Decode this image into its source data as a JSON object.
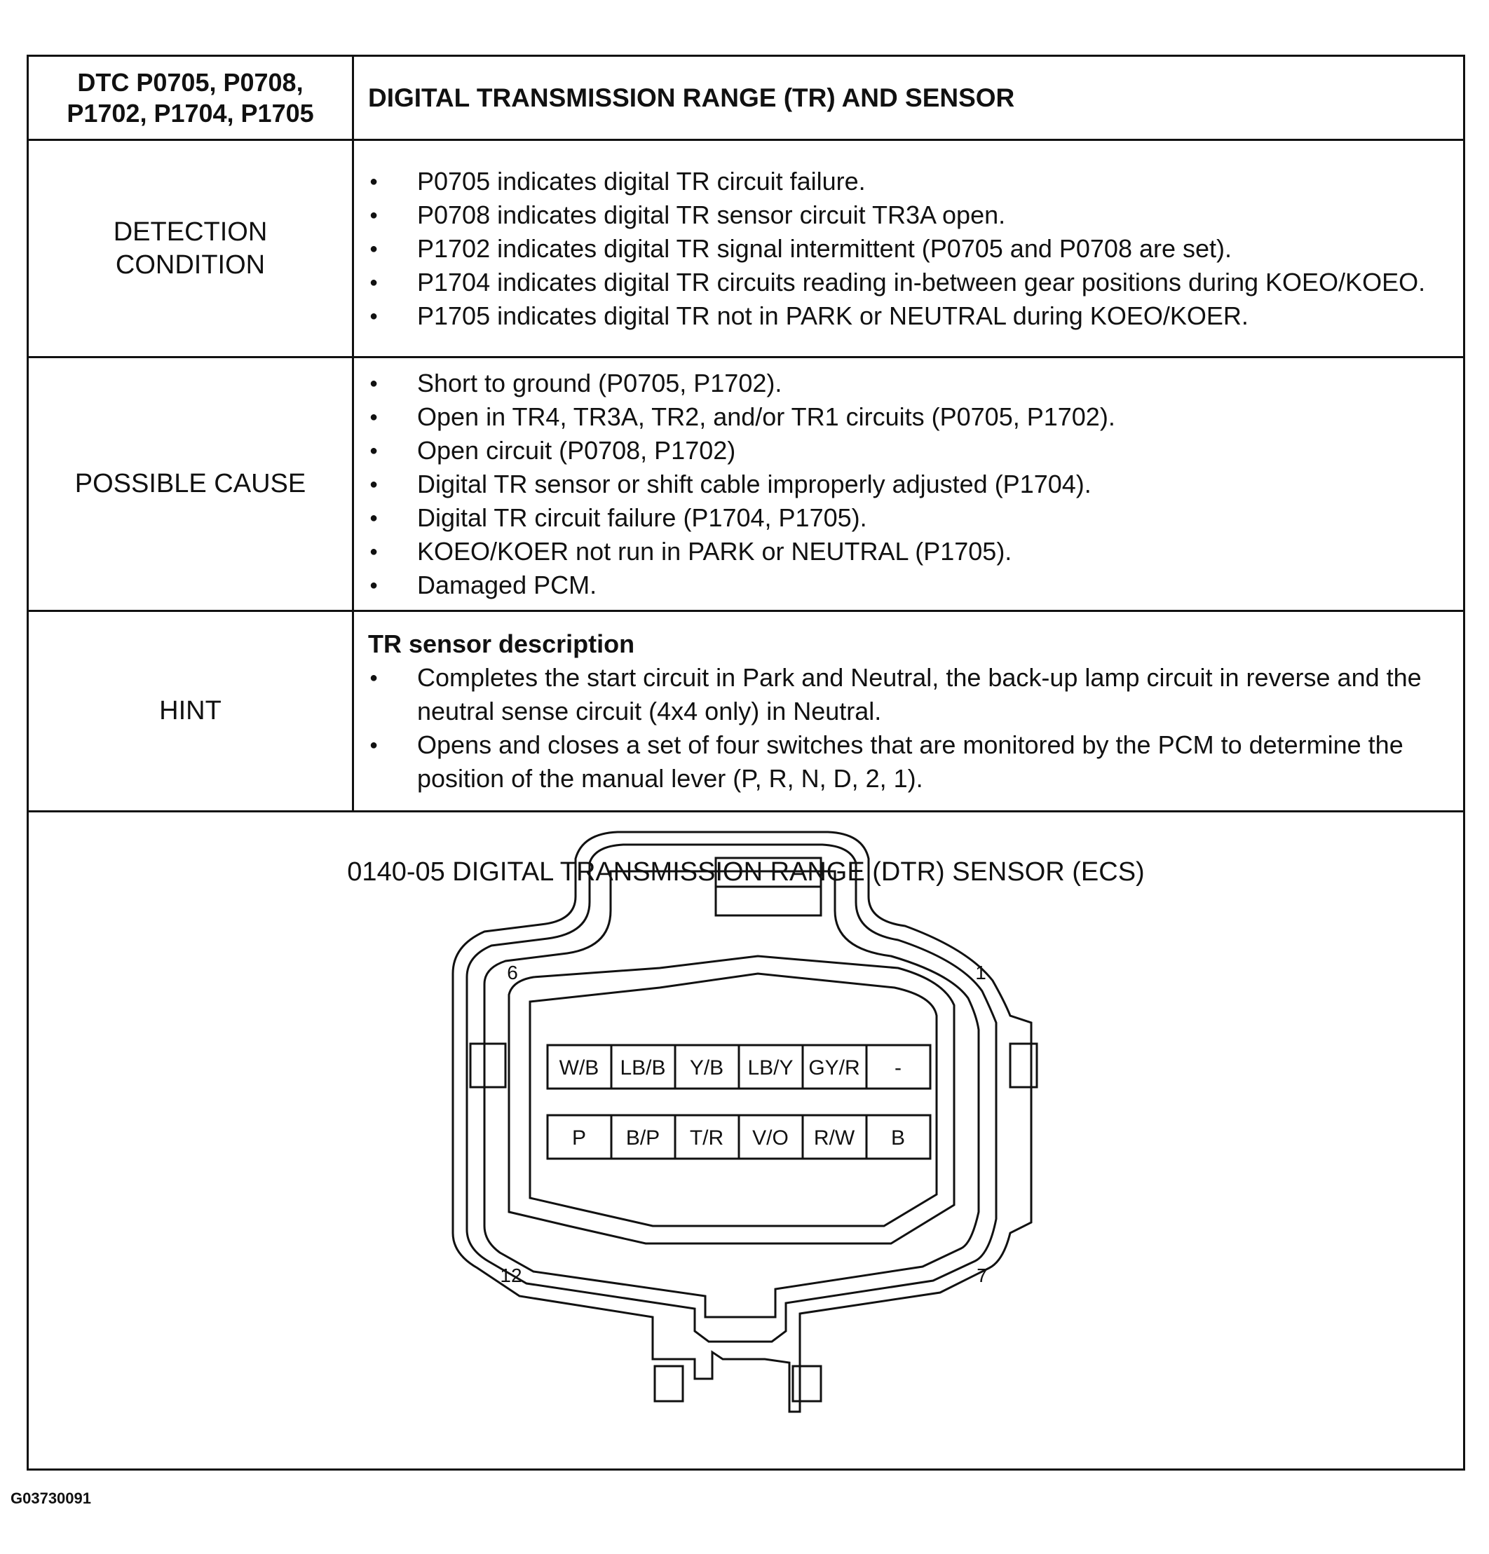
{
  "header": {
    "codes_line1": "DTC P0705, P0708,",
    "codes_line2": "P1702, P1704, P1705",
    "title": "DIGITAL TRANSMISSION RANGE (TR) AND SENSOR"
  },
  "detection": {
    "label_line1": "DETECTION",
    "label_line2": "CONDITION",
    "items": [
      "P0705 indicates digital TR circuit failure.",
      "P0708 indicates digital TR sensor circuit TR3A open.",
      "P1702 indicates digital TR signal intermittent (P0705 and P0708 are set).",
      "P1704 indicates digital TR circuits reading in-between gear positions during KOEO/KOEO.",
      "P1705 indicates digital TR not in PARK or NEUTRAL during KOEO/KOER."
    ]
  },
  "possible_cause": {
    "label": "POSSIBLE CAUSE",
    "items": [
      "Short to ground (P0705, P1702).",
      "Open in TR4, TR3A, TR2, and/or TR1 circuits (P0705, P1702).",
      "Open circuit (P0708, P1702)",
      "Digital TR sensor or shift cable improperly adjusted (P1704).",
      "Digital TR circuit failure (P1704, P1705).",
      "KOEO/KOER not run in PARK or NEUTRAL (P1705).",
      "Damaged PCM."
    ]
  },
  "hint": {
    "label": "HINT",
    "heading": "TR sensor description",
    "items": [
      "Completes the start circuit in Park and Neutral, the back-up lamp circuit in reverse and the neutral sense circuit (4x4 only) in Neutral.",
      "Opens and closes a set of four switches that are monitored by the PCM to determine the position of the manual lever (P, R, N, D, 2, 1)."
    ]
  },
  "diagram": {
    "title": "0140-05 DIGITAL TRANSMISSION RANGE (DTR) SENSOR (ECS)",
    "pin_numbers": {
      "top_left": "6",
      "top_right": "1",
      "bottom_left": "12",
      "bottom_right": "7"
    },
    "top_row": [
      "W/B",
      "LB/B",
      "Y/B",
      "LB/Y",
      "GY/R",
      "-"
    ],
    "bottom_row": [
      "P",
      "B/P",
      "T/R",
      "V/O",
      "R/W",
      "B"
    ]
  },
  "figure_id": "G03730091"
}
